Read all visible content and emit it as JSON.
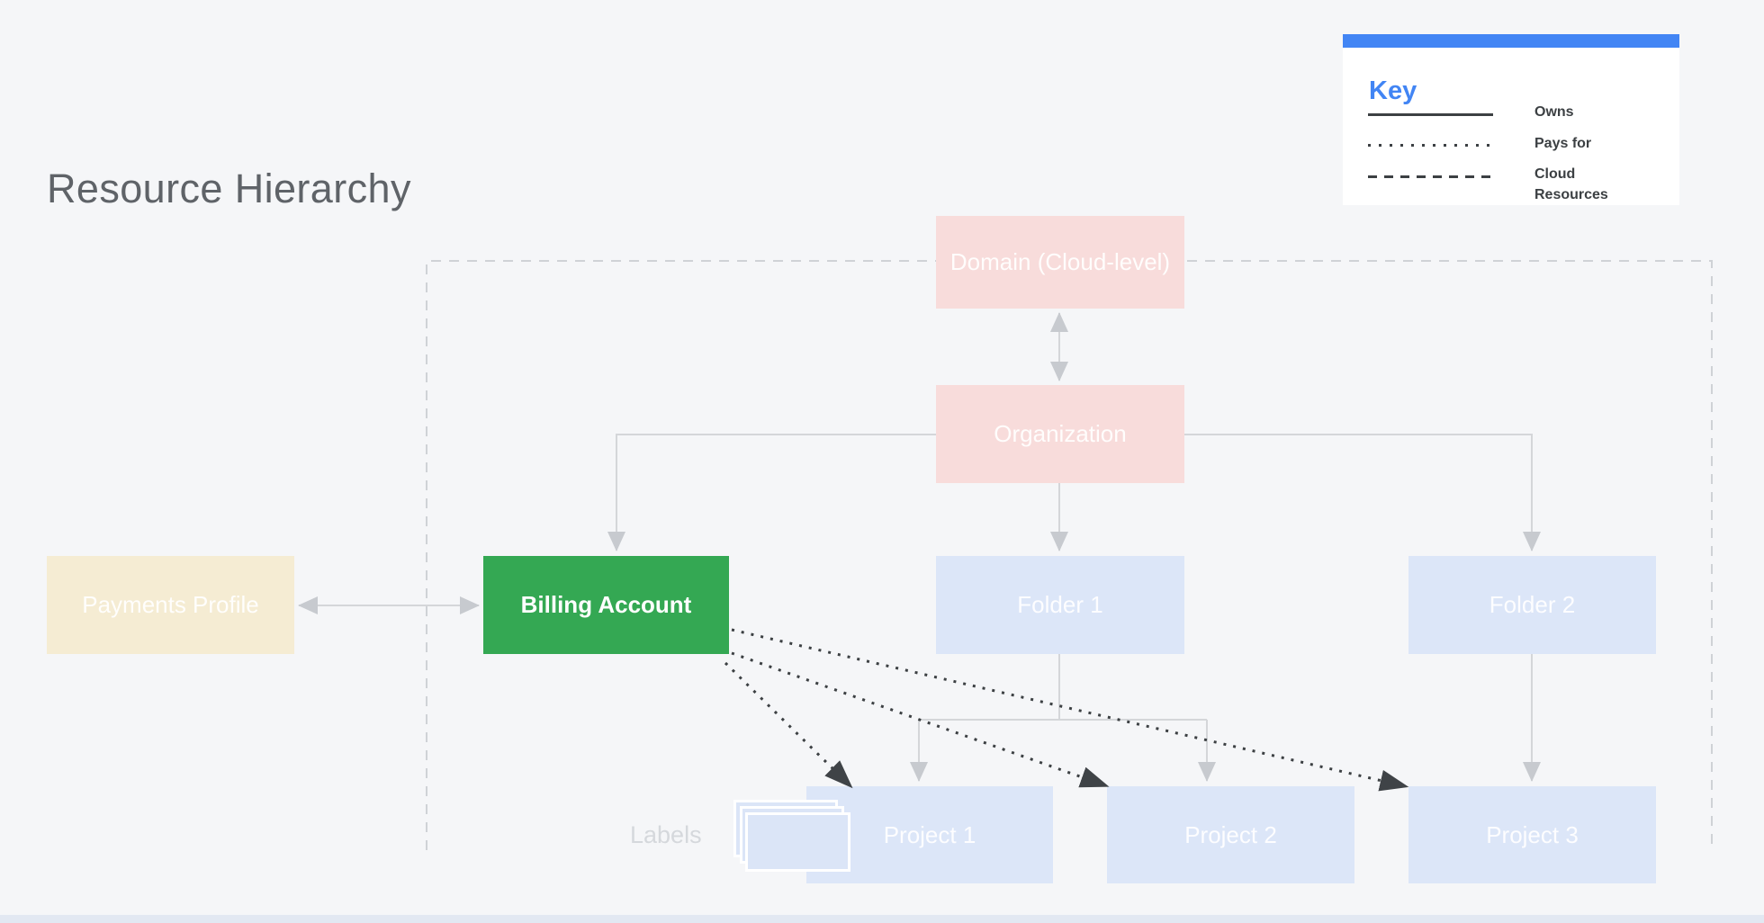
{
  "page": {
    "title": "Resource Hierarchy"
  },
  "key": {
    "heading": "Key",
    "items": [
      {
        "line_style": "solid",
        "label": "Owns"
      },
      {
        "line_style": "dotted",
        "label": "Pays for"
      },
      {
        "line_style": "dashed",
        "label": "Cloud Resources"
      }
    ]
  },
  "nodes": {
    "domain": {
      "label": "Domain (Cloud-level)",
      "color": "#f8dcdb"
    },
    "organization": {
      "label": "Organization",
      "color": "#f8dcdb"
    },
    "payments_profile": {
      "label": "Payments Profile",
      "color": "#f5ecd3"
    },
    "billing_account": {
      "label": "Billing Account",
      "color": "#34a853"
    },
    "folder1": {
      "label": "Folder 1",
      "color": "#dce6f8"
    },
    "folder2": {
      "label": "Folder 2",
      "color": "#dce6f8"
    },
    "project1": {
      "label": "Project 1",
      "color": "#dce6f8"
    },
    "project2": {
      "label": "Project 2",
      "color": "#dce6f8"
    },
    "project3": {
      "label": "Project 3",
      "color": "#dce6f8"
    }
  },
  "annotations": {
    "labels_caption": "Labels"
  },
  "icons": {
    "labels_icon": "stacked-cards"
  },
  "colors": {
    "background": "#f5f6f8",
    "accent_blue": "#4285f4",
    "node_pink": "#f8dcdb",
    "node_cream": "#f5ecd3",
    "node_blue": "#dce6f8",
    "node_green": "#34a853",
    "connector_gray": "#d4d6d9",
    "connector_arrow_gray": "#c7cacf",
    "dark_line": "#3c4043",
    "title_gray": "#5f6368"
  }
}
